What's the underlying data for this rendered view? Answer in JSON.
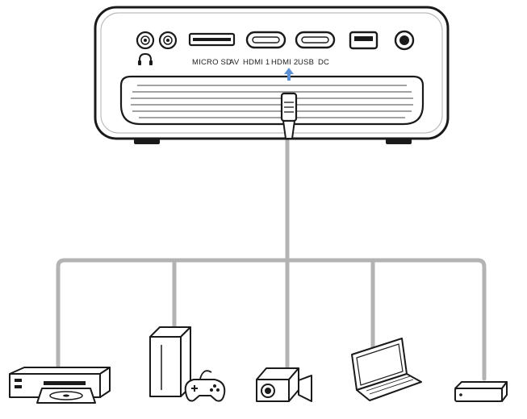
{
  "diagram": {
    "port_labels": {
      "micro_sd": "MICRO SD",
      "av": "AV",
      "hdmi1": "HDMI 1",
      "hdmi2": "HDMI 2",
      "usb": "USB",
      "dc": "DC"
    },
    "icons": {
      "headphone": "headphone-icon",
      "arrow": "arrow-up-icon"
    },
    "colors": {
      "cable": "#b3b3b3",
      "arrow": "#5b8fd6",
      "outline": "#1a1a1a"
    }
  }
}
